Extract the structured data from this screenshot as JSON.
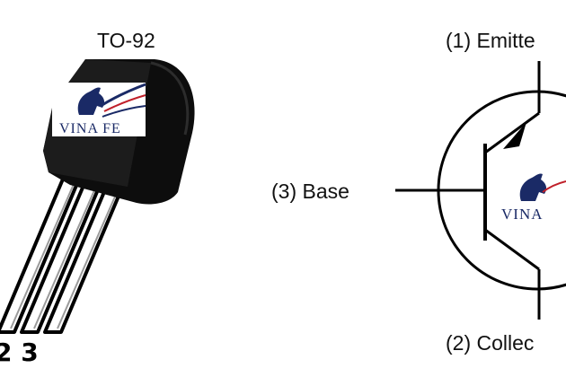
{
  "package": {
    "title": "TO-92",
    "pin_numbers_visible": "2 3",
    "body_color": "#0d0d0d",
    "lead_color": "#ffffff"
  },
  "symbol": {
    "emitter_label": "(1) Emitte",
    "base_label": "(3) Base",
    "collector_label": "(2) Collec",
    "line_color": "#000000"
  },
  "watermark": {
    "text_left": "VINA FE",
    "text_right": "VINA",
    "navy": "#1a2a66",
    "red": "#c0202a"
  }
}
